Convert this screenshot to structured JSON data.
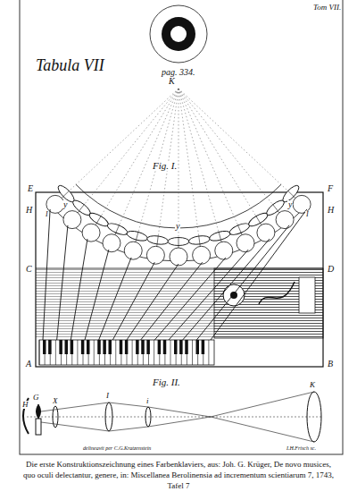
{
  "diagram": {
    "title": "Tabula VII",
    "caption": "Die erste Konstruktionszeichnung eines Farbenklaviers, aus: Joh. G. Krüger, De novo musices, quo oculi delectantur, genere, in: Miscellanea Berolinensia ad incrementum scientiarum 7, 1743, Tafel 7",
    "labels": [
      "Tom VII.",
      "pag. 334.",
      "K",
      "Fig. I.",
      "E",
      "F",
      "H",
      "H",
      "y",
      "y",
      "y",
      "I",
      "I",
      "C",
      "D",
      "A",
      "B",
      "Fig. II.",
      "H",
      "G",
      "X",
      "I",
      "i",
      "K",
      "delineavit per C.G.Kratzenstein",
      "I.H.Frisch sc."
    ]
  }
}
